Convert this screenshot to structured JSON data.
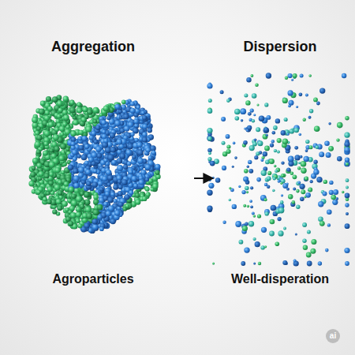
{
  "diagram": {
    "labels": [
      "Aggregation",
      "Dispersion",
      "Agroparticles",
      "Well-disperation",
      "ai"
    ]
  }
}
